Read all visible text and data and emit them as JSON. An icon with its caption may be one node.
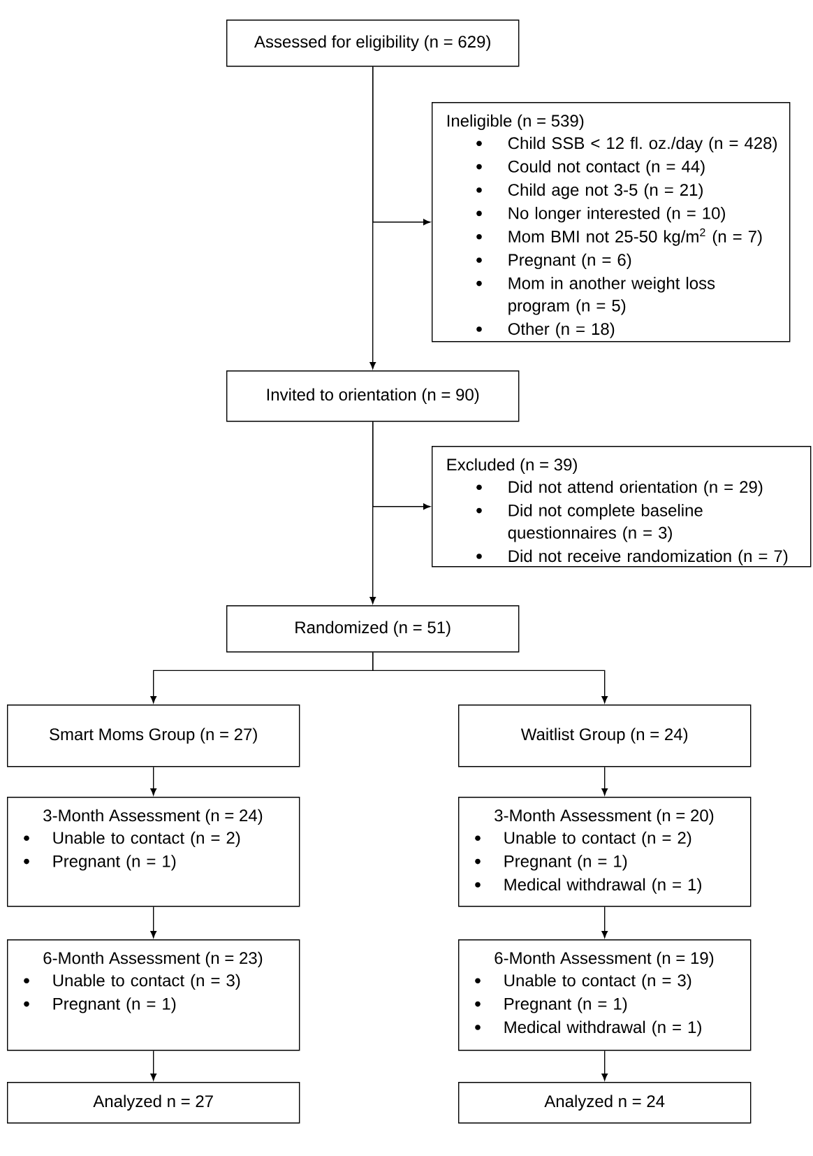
{
  "diagram": {
    "nodes": [
      {
        "text": [
          "Assessed for eligibility (n = 629)"
        ]
      },
      {
        "text": [
          "Ineligible (n = 539)",
          "Child SSB < 12 fl. oz./day (n = 428)",
          "Could not contact (n = 44)",
          "Child age not 3-5 (n = 21)",
          "No longer interested (n = 10)",
          "Mom BMI not 25-50 kg/m$^{2}$ (n = 7)",
          "Pregnant (n = 6)",
          "Mom in another weight loss program (n = 5)",
          "Other (n = 18)"
        ]
      },
      {
        "text": [
          "Invited to orientation (n = 90)"
        ]
      },
      {
        "text": [
          "Excluded (n = 39)",
          "Did not attend orientation (n = 29)",
          "Did not complete baseline questionnaires (n = 3)",
          "Did not receive randomization (n = 7)"
        ]
      },
      {
        "text": [
          "Randomized (n = 51)"
        ]
      },
      {
        "text": [
          "Smart Moms Group (n = 27)"
        ]
      },
      {
        "text": [
          "Waitlist Group (n = 24)"
        ]
      },
      {
        "text": [
          "3-Month Assessment (n = 24)",
          "Unable to contact (n = 2)",
          "Pregnant (n = 1)"
        ]
      },
      {
        "text": [
          "3-Month Assessment (n = 20)",
          "Unable to contact (n = 2)",
          "Pregnant (n = 1)",
          "Medical withdrawal (n = 1)"
        ]
      },
      {
        "text": [
          "6-Month Assessment (n = 23)",
          "Unable to contact (n = 3)",
          "Pregnant (n = 1)"
        ]
      },
      {
        "text": [
          "6-Month Assessment (n = 19)",
          "Unable to contact (n = 3)",
          "Pregnant (n = 1)",
          "Medical withdrawal (n = 1)"
        ]
      },
      {
        "text": [
          "Analyzed n = 27"
        ]
      },
      {
        "text": [
          "Analyzed n = 24"
        ]
      }
    ],
    "edges": [
      {
        "from": 0,
        "to": 2,
        "arrow": "to"
      },
      {
        "from": 0,
        "to": 1,
        "arrow": "to"
      },
      {
        "from": 2,
        "to": 4,
        "arrow": "to"
      },
      {
        "from": 2,
        "to": 3,
        "arrow": "to"
      },
      {
        "from": 4,
        "to": 5,
        "arrow": "to"
      },
      {
        "from": 4,
        "to": 6,
        "arrow": "to"
      },
      {
        "from": 5,
        "to": 7,
        "arrow": "to"
      },
      {
        "from": 7,
        "to": 9,
        "arrow": "to"
      },
      {
        "from": 9,
        "to": 11,
        "arrow": "to"
      },
      {
        "from": 6,
        "to": 8,
        "arrow": "to"
      },
      {
        "from": 8,
        "to": 10,
        "arrow": "to"
      },
      {
        "from": 10,
        "to": 12,
        "arrow": "to"
      }
    ]
  }
}
